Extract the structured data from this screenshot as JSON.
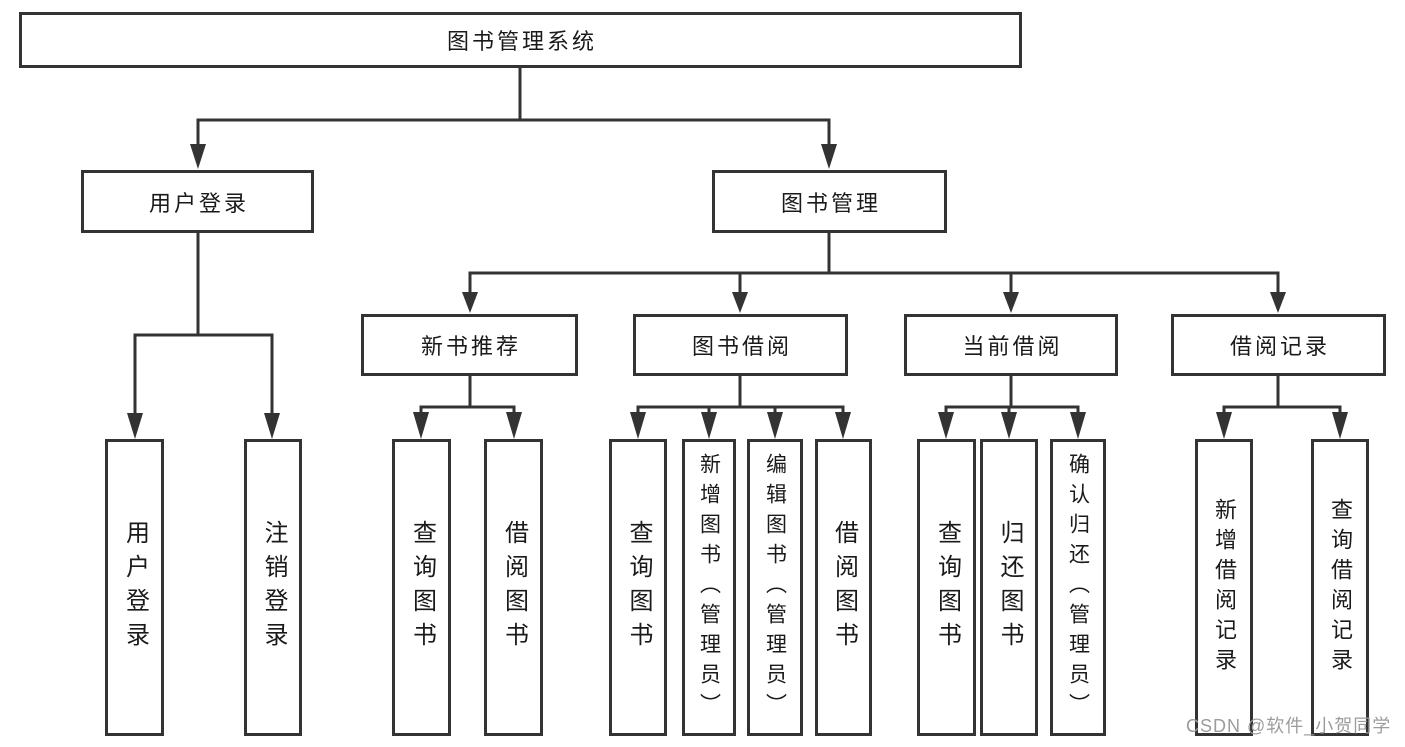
{
  "diagram": {
    "root": "图书管理系统",
    "level2": {
      "user_login": "用户登录",
      "book_mgmt": "图书管理"
    },
    "level3": {
      "new_books": "新书推荐",
      "borrow": "图书借阅",
      "current": "当前借阅",
      "records": "借阅记录"
    },
    "leaves": {
      "user_login": [
        "用户登录",
        "注销登录"
      ],
      "new_books": [
        "查询图书",
        "借阅图书"
      ],
      "borrow": [
        "查询图书",
        "新增图书（管理员）",
        "编辑图书（管理员）",
        "借阅图书"
      ],
      "current": [
        "查询图书",
        "归还图书",
        "确认归还（管理员）"
      ],
      "records": [
        "新增借阅记录",
        "查询借阅记录"
      ]
    }
  },
  "watermark": "CSDN @软件_小贺同学",
  "colors": {
    "line": "#333333",
    "text": "#1a1a1a",
    "watermark": "#9c9c9c",
    "background": "#ffffff"
  }
}
